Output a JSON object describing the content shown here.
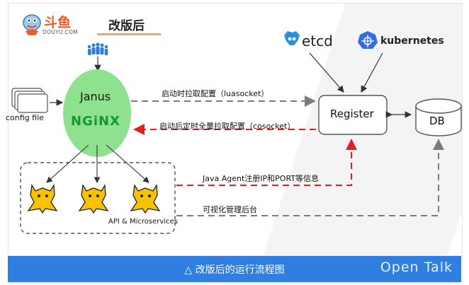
{
  "logo": {
    "brand": "斗鱼",
    "site": "DOUYU.COM"
  },
  "slide_title": "改版后",
  "nodes": {
    "etcd": "etcd",
    "kubernetes": "kubernetes",
    "janus": "Janus",
    "nginx": "NGiNX",
    "config_file": "config file",
    "register": "Register",
    "db": "DB",
    "services": "API & Microservices"
  },
  "edges": {
    "pull_config_on_start": "启动时拉取配置（luasocket）",
    "periodic_full_pull": "启动后定时全量拉取配置（cosocket）",
    "java_agent_register": "Java Agent注册IP和PORT等信息",
    "visual_admin": "可视化管理后台"
  },
  "footer": {
    "caption": "△ 改版后的运行流程图",
    "brand": "Open Talk"
  },
  "colors": {
    "nginx_ellipse": "#8fe08f",
    "nginx_text": "#119a2d",
    "dashed_gray": "#7b7b7b",
    "dashed_red": "#e02020",
    "footer_bg": "#2f7ee0",
    "brand_orange": "#f05a28"
  }
}
